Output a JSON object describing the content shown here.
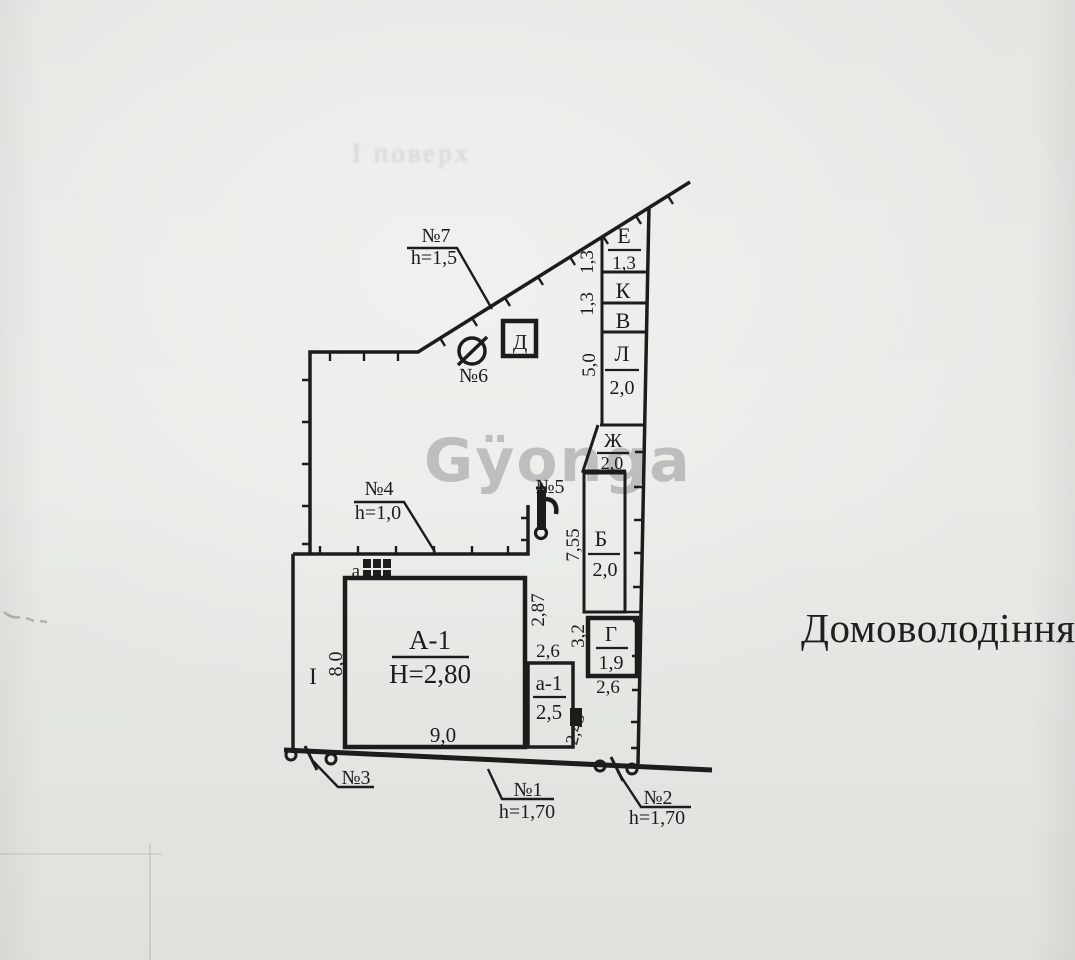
{
  "colors": {
    "ink": "#1c1c1c",
    "paper": "#e8e9e5",
    "watermark_gray": "#8f9090"
  },
  "watermark_text": "Gÿonga",
  "ghost_header": "І поверх",
  "right_title": "Домоволодіння",
  "main_building": {
    "label": "А-1",
    "height": "Н=2,80",
    "width_dim": "9,0",
    "side_dim": "8,0",
    "section_mark": "І",
    "porch_label": "а"
  },
  "annex": {
    "label": "а-1",
    "size_dim": "2,5",
    "top_dim": "2,6",
    "wall_dim": "2,87",
    "corner_dim": "2,45"
  },
  "outbuildings": {
    "e": {
      "label": "Е",
      "size": "1,3"
    },
    "k": {
      "label": "К"
    },
    "v": {
      "label": "В"
    },
    "l": {
      "label": "Л",
      "size": "2,0"
    },
    "zh": {
      "label": "Ж",
      "size": "2,0"
    },
    "b": {
      "label": "Б",
      "size": "2,0"
    },
    "g": {
      "label": "Г",
      "size": "1,9",
      "bottom_dim": "2,6",
      "side_dim": "3,2"
    },
    "d": {
      "label": "Д"
    }
  },
  "boundary_dims": {
    "e_side": "1,3",
    "kv_side": "1,3",
    "l_side": "5,0",
    "b_side": "7,55"
  },
  "markers": {
    "n7": {
      "label": "№7",
      "height": "h=1,5"
    },
    "n6": {
      "label": "№6"
    },
    "n5": {
      "label": "№5"
    },
    "n4": {
      "label": "№4",
      "height": "h=1,0"
    },
    "n3": {
      "label": "№3"
    },
    "n1": {
      "label": "№1",
      "height": "h=1,70"
    },
    "n2": {
      "label": "№2",
      "height": "h=1,70"
    }
  }
}
